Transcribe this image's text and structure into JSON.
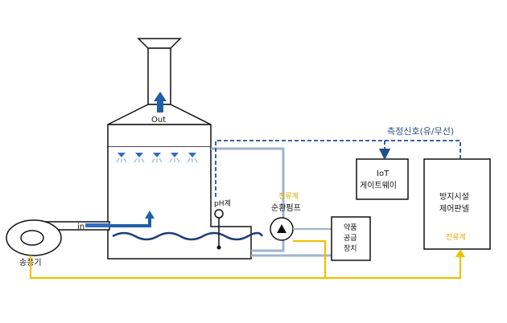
{
  "labels": {
    "out": "Out",
    "in": "in",
    "blower": "송풍기",
    "ph_meter": "pH계",
    "flowmeter_pump": "전류계",
    "circulation_pump": "순환펌프",
    "chemical_line1": "약품",
    "chemical_line2": "공급",
    "chemical_line3": "장치",
    "iot_line1": "IoT",
    "iot_line2": "게이트웨이",
    "panel_line1": "방지시설",
    "panel_line2": "제어판넬",
    "flowmeter_panel": "전류계",
    "signal": "측정신호(유/무선)"
  },
  "colors": {
    "signal_line": "#1f4e8c",
    "power_line": "#f0c000",
    "pipe_line": "#9fb3cc",
    "arrow_blue": "#1f5fa8",
    "water": "#1f3e78",
    "nozzle": "#2f6fc0",
    "outline": "#111111"
  }
}
